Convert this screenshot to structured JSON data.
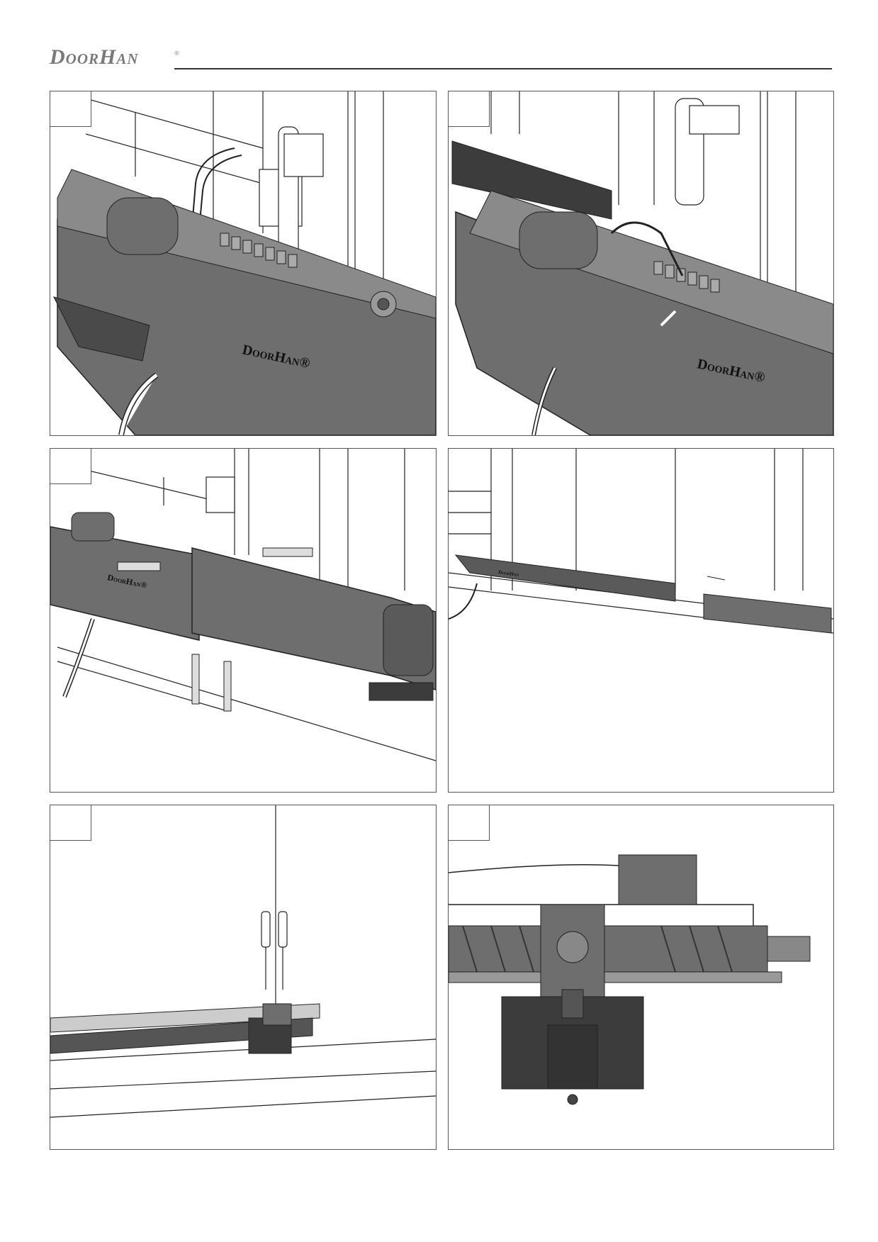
{
  "header": {
    "brand": "DoorHan",
    "registered": "®"
  },
  "figures": [
    {
      "housing_label": "DoorHan®"
    },
    {
      "housing_label": "DoorHan®"
    },
    {
      "housing_label": "DoorHan®"
    },
    {
      "housing_label": "DoorHan"
    },
    {},
    {}
  ],
  "colors": {
    "housing": "#6e6e6e",
    "housing_dark": "#3c3c3c",
    "line": "#222222",
    "wall": "#ffffff"
  }
}
